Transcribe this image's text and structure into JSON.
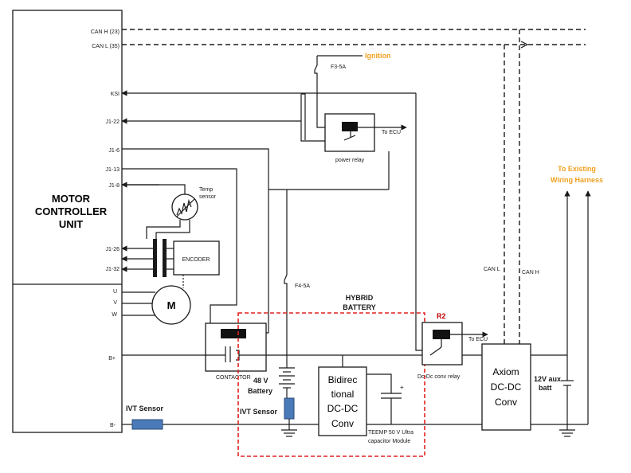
{
  "mcu": {
    "title_lines": [
      "MOTOR",
      "CONTROLLER",
      "UNIT"
    ],
    "pins": {
      "canh": "CAN H (23)",
      "canl": "CAN L (35)",
      "ksi": "KSI",
      "j1_22": "J1-22",
      "j1_6": "J1-6",
      "j1_13": "J1-13",
      "j1_8": "J1-8",
      "j1_26": "J1-26",
      "j1_32": "J1-32",
      "u": "U",
      "v": "V",
      "w": "W",
      "bplus": "B+",
      "bminus": "B-"
    }
  },
  "labels": {
    "ignition": "Ignition",
    "fuse_f3": "F3-5A",
    "fuse_f4": "F4-5A",
    "to_ecu_1": "To ECU",
    "to_ecu_2": "To ECU",
    "power_relay": "power relay",
    "temp_sensor": [
      "Temp",
      "sensor"
    ],
    "encoder": "ENCODER",
    "motor": "M",
    "contactor": "CONTACTOR",
    "hybrid_battery": [
      "HYBRID",
      "BATTERY"
    ],
    "r2": "R2",
    "dcdc_relay": "Dc-Dc conv relay",
    "battery_48v": [
      "48 V",
      "Battery"
    ],
    "ivt_sensor_inner": "IVT Sensor",
    "ivt_sensor_left": "IVT Sensor",
    "bidirectional_conv": [
      "Bidirec",
      "tional",
      "DC-DC",
      "Conv"
    ],
    "ultracap": [
      "TEEMP 50 V Ultra",
      "capacitor Module"
    ],
    "cap_plus": "+",
    "axiom_conv": [
      "Axiom",
      "DC-DC",
      "Conv"
    ],
    "can_l": "CAN L",
    "can_h": "CAN H",
    "aux_batt": [
      "12V aux",
      "batt"
    ],
    "existing_harness": [
      "To Existing",
      "Wiring Harness"
    ]
  },
  "colors": {
    "wire": "#1a1a1a",
    "hybrid_border": "#e02020",
    "ignition": "#f0a020",
    "harness": "#f0a020",
    "r2": "#c00000",
    "ivt": "#4a7ab8"
  }
}
